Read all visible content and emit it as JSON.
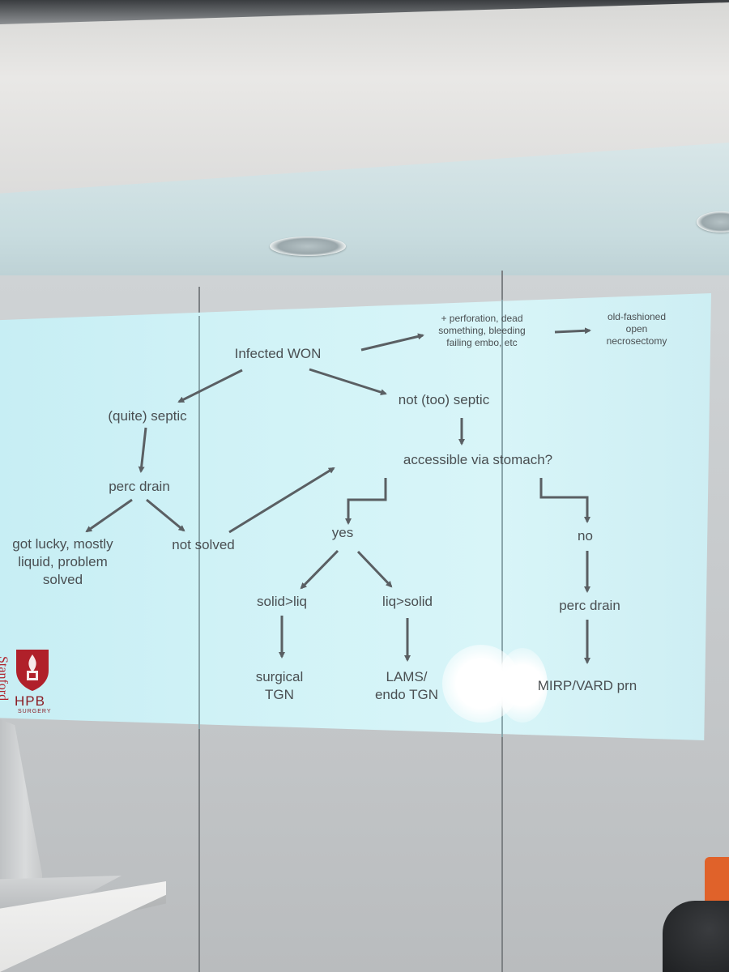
{
  "slide": {
    "nodes": {
      "infected_won": "Infected WON",
      "perforation": "+ perforation, dead\nsomething, bleeding\nfailing embo, etc",
      "old_fashioned": "old-fashioned\nopen\nnecrosectomy",
      "quite_septic": "(quite) septic",
      "not_too_septic": "not (too) septic",
      "accessible": "accessible via stomach?",
      "perc_drain_left": "perc drain",
      "got_lucky": "got lucky, mostly\nliquid, problem\nsolved",
      "not_solved": "not solved",
      "yes": "yes",
      "no": "no",
      "solid_liq": "solid>liq",
      "liq_solid": "liq>solid",
      "perc_drain_right": "perc drain",
      "surgical_tgn": "surgical\nTGN",
      "lams": "LAMS/\nendo TGN",
      "mirp": "MIRP/VARD prn"
    },
    "logo": {
      "name": "Stanford",
      "line1": "HPB",
      "line2": "SURGERY"
    }
  },
  "colors": {
    "slide_background": "#d2f3f7",
    "text": "#4a4f52",
    "arrow": "#5a5f63",
    "logo_red": "#b0202a"
  },
  "icons": [
    "stanford-shield-icon",
    "arrow-icon"
  ]
}
